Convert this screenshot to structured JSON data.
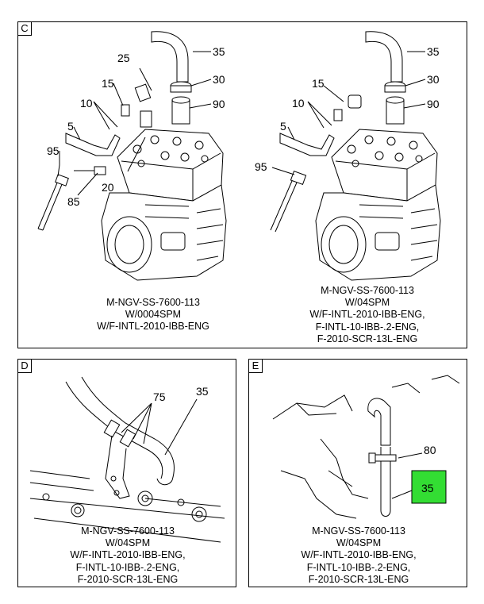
{
  "panels": {
    "C": {
      "letter": "C",
      "left_view": {
        "callouts": [
          "35",
          "25",
          "30",
          "15",
          "90",
          "10",
          "5",
          "95",
          "20",
          "85"
        ],
        "caption": [
          "M-NGV-SS-7600-113",
          "W/0004SPM",
          "W/F-INTL-2010-IBB-ENG"
        ]
      },
      "right_view": {
        "callouts": [
          "35",
          "30",
          "15",
          "90",
          "10",
          "5",
          "95"
        ],
        "caption": [
          "M-NGV-SS-7600-113",
          "W/04SPM",
          "W/F-INTL-2010-IBB-ENG,",
          "F-INTL-10-IBB-.2-ENG,",
          "F-2010-SCR-13L-ENG"
        ]
      }
    },
    "D": {
      "letter": "D",
      "callouts": [
        "75",
        "35"
      ],
      "caption": [
        "M-NGV-SS-7600-113",
        "W/04SPM",
        "W/F-INTL-2010-IBB-ENG,",
        "F-INTL-10-IBB-.2-ENG,",
        "F-2010-SCR-13L-ENG"
      ]
    },
    "E": {
      "letter": "E",
      "callouts": [
        "80",
        "35"
      ],
      "highlight_color": "#33dd33",
      "caption": [
        "M-NGV-SS-7600-113",
        "W/04SPM",
        "W/F-INTL-2010-IBB-ENG,",
        "F-INTL-10-IBB-.2-ENG,",
        "F-2010-SCR-13L-ENG"
      ]
    }
  }
}
